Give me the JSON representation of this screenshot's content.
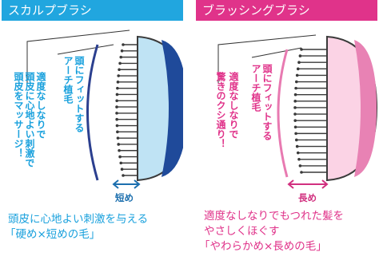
{
  "left_panel": {
    "header": "スカルプブラシ",
    "scalp_text": "頭皮に心地よい刺激で頭皮をマッサージ！",
    "scalp_col1": "適度なしなりで",
    "scalp_col2": "頭皮に心地よい刺激で",
    "scalp_col3": "頭皮をマッサージ！",
    "arch_col1": "頭にフィットする",
    "arch_col2": "アーチ植毛",
    "length_label": "短め",
    "caption_line1": "頭皮に心地よい刺激を与える",
    "caption_line2": "「硬め×短めの毛」",
    "colors": {
      "accent": "#21a6df",
      "body_light": "#bfe3f4",
      "body_dark": "#1f4a9a"
    }
  },
  "right_panel": {
    "header": "ブラッシングブラシ",
    "text_col1": "適度なしなりで",
    "text_col2": "驚きのクシ通り！",
    "arch_col1": "頭にフィットする",
    "arch_col2": "アーチ植毛",
    "length_label": "長め",
    "caption_line1": "適度なしなりでもつれた髪を",
    "caption_line2": "やさしくほぐす",
    "caption_line3": "「やわらかめ×長めの毛」",
    "colors": {
      "accent": "#e0338a",
      "body_light": "#fbd3e5",
      "body_dark": "#e882b4"
    }
  }
}
